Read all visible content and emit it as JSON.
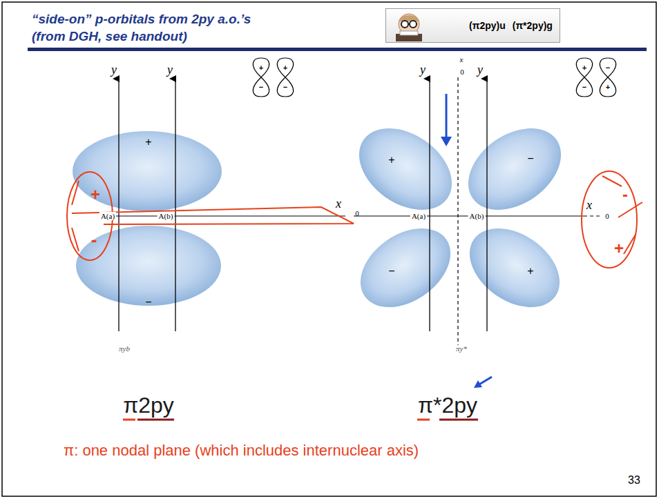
{
  "diagram": {
    "title": "“side-on” p-orbitals from 2py a.o.’s (from DGH, see handout)",
    "caption": "π: one nodal plane (which includes internuclear axis)",
    "nodes": [
      {
        "text": [
          "(π2py)u",
          "(π*2py)g"
        ]
      }
    ],
    "labels": [
      "y",
      "y",
      "+",
      "−",
      "+",
      "−",
      "x",
      "+",
      "−",
      "−",
      "+",
      "0",
      "y",
      "y",
      "+",
      "+",
      "−",
      "+",
      "-",
      "x",
      "0",
      "x",
      "0",
      "A(a)",
      "A(b)",
      "A(a)",
      "A(b)",
      "-",
      "+",
      "−",
      "−",
      "+",
      "πyb",
      "πy*",
      "π2py",
      "π*2py",
      "33"
    ]
  }
}
